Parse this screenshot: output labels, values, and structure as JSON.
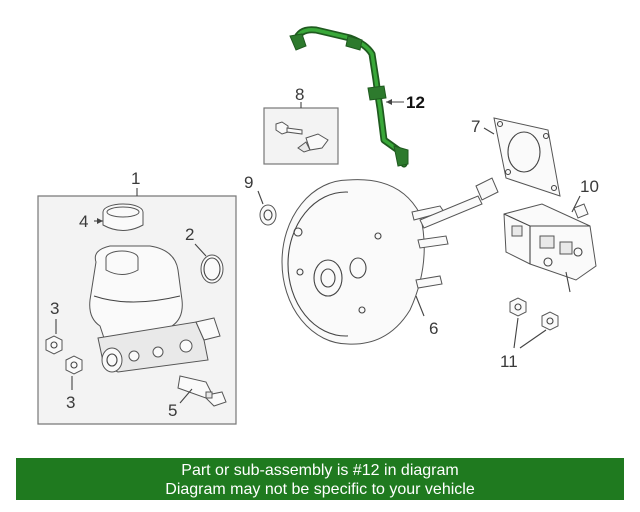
{
  "callouts": {
    "c1": "1",
    "c2": "2",
    "c3a": "3",
    "c3b": "3",
    "c4": "4",
    "c5": "5",
    "c6": "6",
    "c7": "7",
    "c8": "8",
    "c9": "9",
    "c10": "10",
    "c11": "11",
    "c12": "12"
  },
  "highlight_color": "#1f7a1f",
  "banner": {
    "line1": "Part or sub-assembly is #12 in diagram",
    "line2": "Diagram may not be specific to your vehicle"
  }
}
